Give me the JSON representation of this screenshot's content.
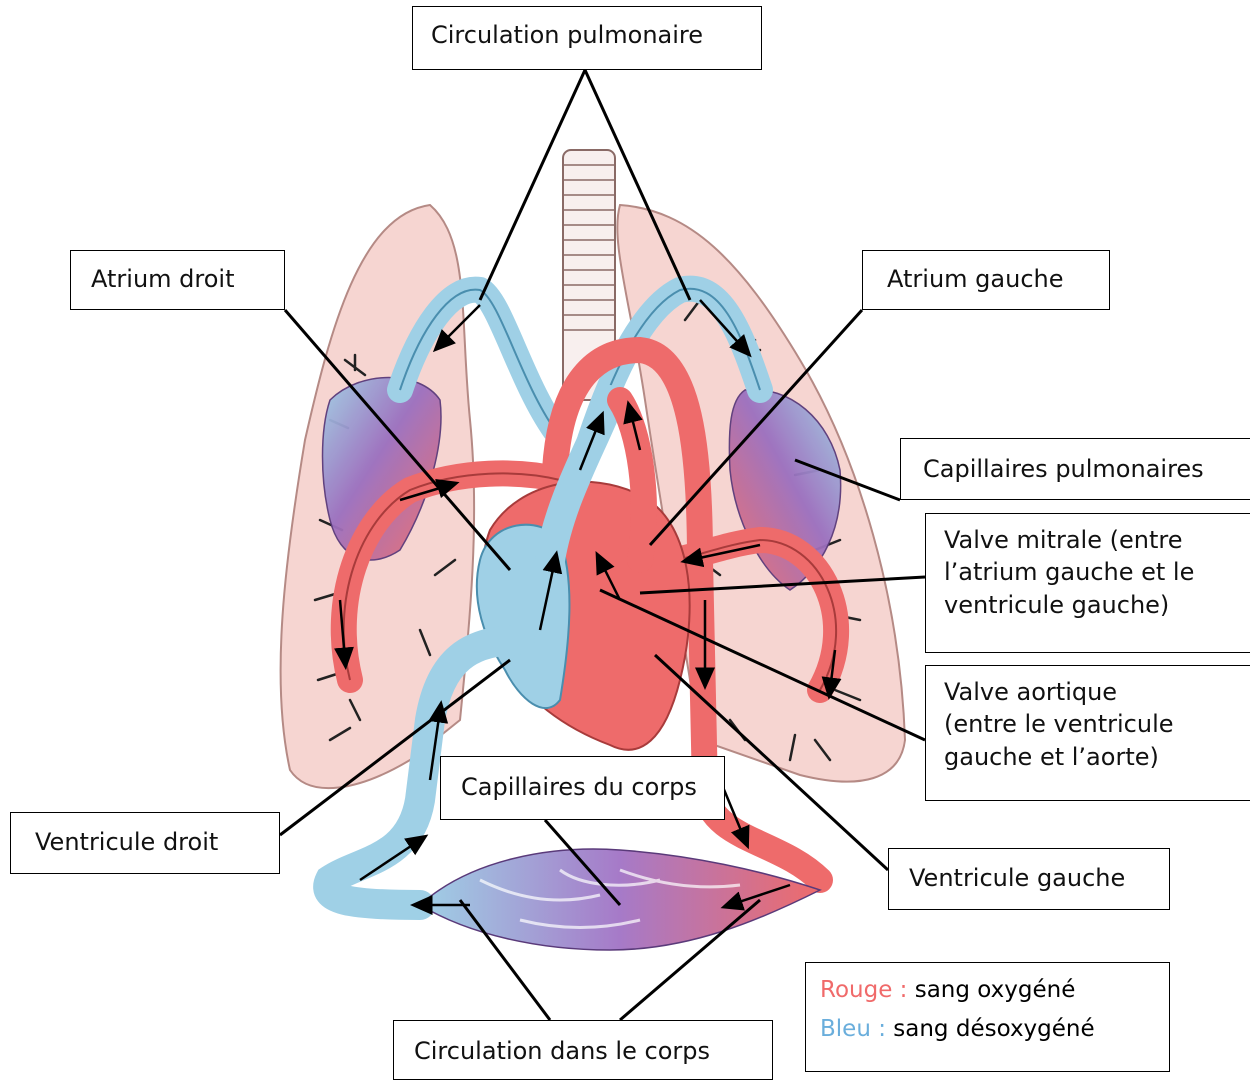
{
  "labels": {
    "circulation_pulmonaire": "Circulation pulmonaire",
    "atrium_droit": "Atrium droit",
    "atrium_gauche": "Atrium gauche",
    "capillaires_pulmonaires": "Capillaires pulmonaires",
    "valve_mitrale": [
      "Valve mitrale (entre",
      "l’atrium gauche et le",
      "ventricule gauche)"
    ],
    "valve_aortique": [
      "Valve aortique",
      "(entre le ventricule",
      "gauche et l’aorte)"
    ],
    "capillaires_corps": "Capillaires du corps",
    "ventricule_droit": "Ventricule droit",
    "ventricule_gauche": "Ventricule gauche",
    "circulation_corps": "Circulation dans le corps"
  },
  "legend": {
    "red_key": "Rouge :",
    "red_text": "sang oxygéné",
    "blue_key": "Bleu :",
    "blue_text": "sang désoxygéné"
  },
  "colors": {
    "oxygenated": "#ee6b6b",
    "deoxygenated": "#9fd0e6",
    "lung_fill": "#f6d5d1",
    "capillaries": "#9b6fbf",
    "legend_red": "#f06a6a",
    "legend_blue": "#6aaedc"
  }
}
